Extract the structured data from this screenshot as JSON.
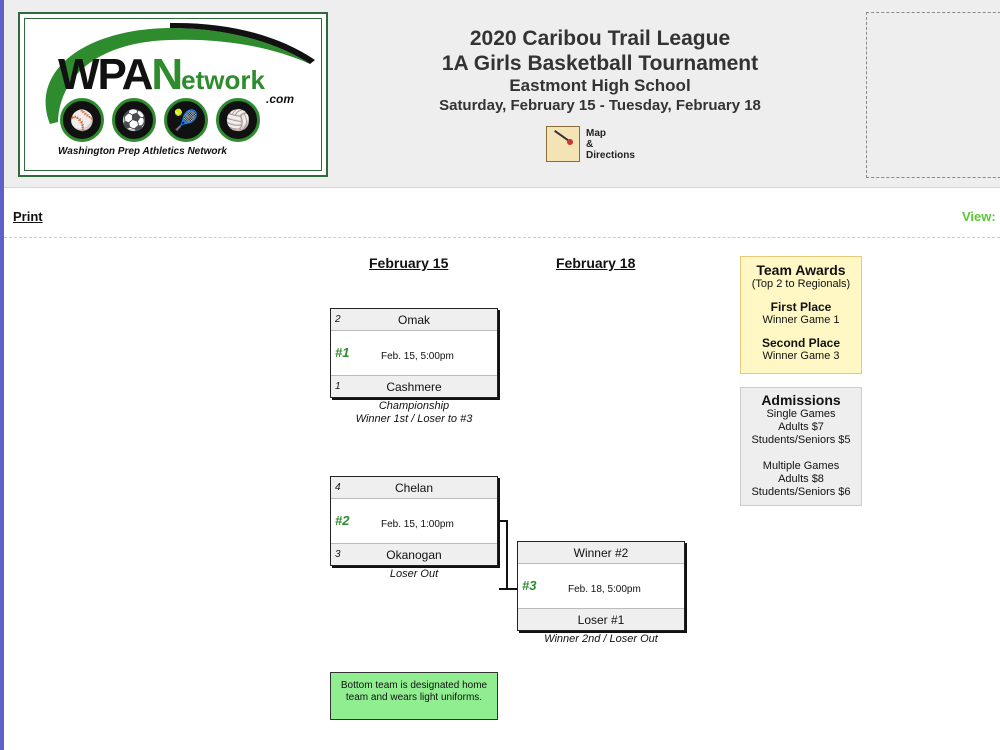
{
  "header": {
    "logo": {
      "wordmark_a": "WPA",
      "wordmark_b": "N",
      "wordmark_c": "etwork",
      "domain": ".com",
      "tagline": "Washington Prep Athletics Network",
      "sport_icons": [
        "baseball-icon",
        "soccer-icon",
        "tennis-icon",
        "volleyball-icon"
      ],
      "brand_color": "#2e8b2e"
    },
    "title_line1": "2020 Caribou Trail League",
    "title_line2": "1A Girls Basketball Tournament",
    "venue": "Eastmont High School",
    "dates": "Saturday, February 15 - Tuesday, February 18",
    "map_link": {
      "line1": "Map",
      "line2": "&",
      "line3": "Directions"
    }
  },
  "toolbar": {
    "print_label": "Print",
    "view_label": "View:"
  },
  "bracket": {
    "day_headers": [
      "February 15",
      "February 18"
    ],
    "games": [
      {
        "number": "#1",
        "top_seed": "2",
        "top_team": "Omak",
        "time": "Feb. 15, 5:00pm",
        "bottom_seed": "1",
        "bottom_team": "Cashmere",
        "caption_line1": "Championship",
        "caption_line2": "Winner 1st / Loser to #3"
      },
      {
        "number": "#2",
        "top_seed": "4",
        "top_team": "Chelan",
        "time": "Feb. 15, 1:00pm",
        "bottom_seed": "3",
        "bottom_team": "Okanogan",
        "caption_line1": "Loser Out"
      },
      {
        "number": "#3",
        "top_team": "Winner #2",
        "time": "Feb. 18, 5:00pm",
        "bottom_team": "Loser #1",
        "caption_line1": "Winner 2nd / Loser Out"
      }
    ],
    "note": "Bottom team is designated home team and wears light uniforms."
  },
  "sidebar": {
    "awards": {
      "title": "Team Awards",
      "subtitle": "(Top 2 to Regionals)",
      "first_label": "First Place",
      "first_value": "Winner Game 1",
      "second_label": "Second Place",
      "second_value": "Winner Game 3"
    },
    "admissions": {
      "title": "Admissions",
      "single_label": "Single Games",
      "single_adults": "Adults $7",
      "single_students": "Students/Seniors $5",
      "multiple_label": "Multiple Games",
      "multiple_adults": "Adults $8",
      "multiple_students": "Students/Seniors $6"
    }
  },
  "colors": {
    "game_number": "#2e8b2e",
    "view_link": "#5ac836",
    "awards_bg": "#fff8c4",
    "note_bg": "#90ee90"
  }
}
